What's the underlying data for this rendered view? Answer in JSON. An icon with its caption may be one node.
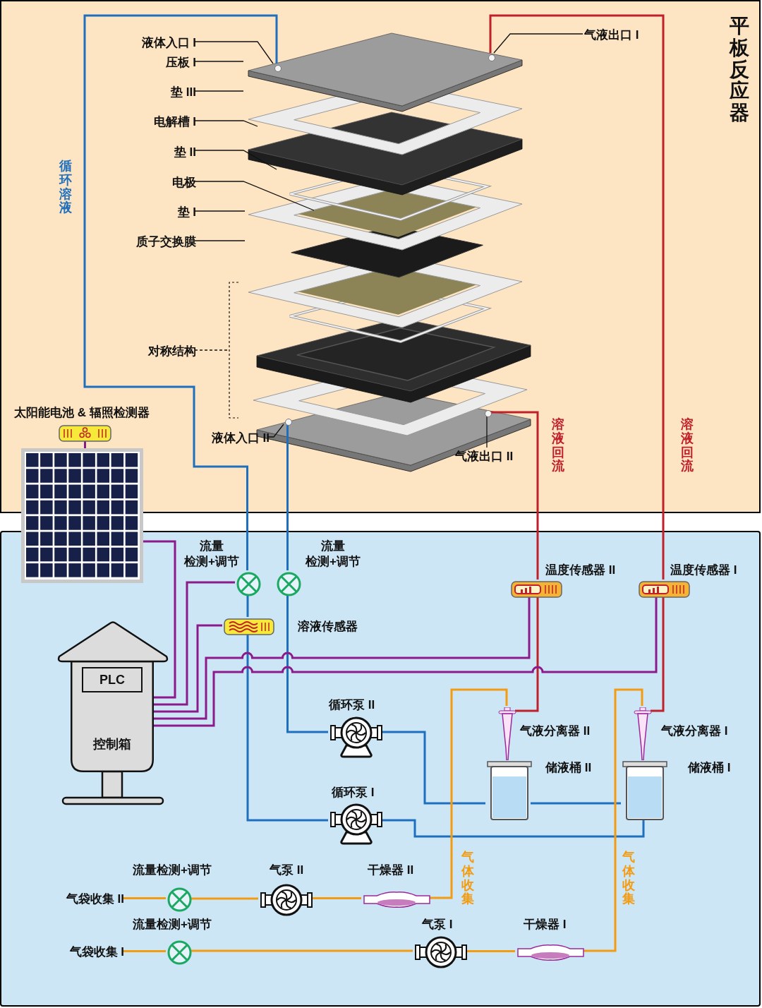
{
  "diagram": {
    "nodes": [
      {
        "text": [
          "平板反应器"
        ]
      },
      {
        "text": [],
        "shape": "box"
      },
      {
        "text": [
          "液体入口 I"
        ],
        "in": 0
      },
      {
        "text": [
          "压板 I"
        ],
        "in": 0
      },
      {
        "text": [
          "垫 III"
        ],
        "in": 0
      },
      {
        "text": [
          "电解槽 I"
        ],
        "in": 0
      },
      {
        "text": [
          "垫 II"
        ],
        "in": 0
      },
      {
        "text": [
          "电极"
        ],
        "in": 0
      },
      {
        "text": [
          "垫 I"
        ],
        "in": 0
      },
      {
        "text": [
          "质子交换膜"
        ],
        "in": 0
      },
      {
        "text": [
          "对称结构"
        ],
        "in": 0
      },
      {
        "text": [
          "液体入口 II"
        ],
        "in": 0
      },
      {
        "text": [
          "气液出口 I"
        ],
        "in": 0
      },
      {
        "text": [
          "气液出口 II"
        ],
        "in": 0
      },
      {
        "text": [],
        "shape": "circle",
        "in": 0
      },
      {
        "text": [],
        "shape": "circle",
        "in": 0
      },
      {
        "text": [],
        "shape": "circle",
        "in": 0
      },
      {
        "text": [],
        "shape": "circle",
        "in": 0
      },
      {
        "text": [],
        "shape": "picture",
        "beside": [
          "太阳能电池 & 辐照检测器"
        ]
      },
      {
        "text": [
          "PLC",
          "控制箱"
        ],
        "in": 1
      },
      {
        "text": [],
        "shape": "circle",
        "beside": [
          "流量",
          "检测+调节"
        ],
        "in": 1
      },
      {
        "text": [],
        "shape": "circle",
        "beside": [
          "流量",
          "检测+调节"
        ],
        "in": 1
      },
      {
        "text": [],
        "shape": "box",
        "beside": [
          "溶液传感器"
        ],
        "in": 1
      },
      {
        "text": [],
        "shape": "box",
        "beside": [
          "温度传感器 II"
        ],
        "in": 1
      },
      {
        "text": [],
        "shape": "box",
        "beside": [
          "温度传感器 I"
        ],
        "in": 1
      },
      {
        "text": [],
        "shape": "picture",
        "beside": [
          "循环泵 II"
        ],
        "in": 1
      },
      {
        "text": [],
        "shape": "picture",
        "beside": [
          "循环泵 I"
        ],
        "in": 1
      },
      {
        "text": [],
        "shape": "picture",
        "beside": [
          "气液分离器 II"
        ],
        "in": 1
      },
      {
        "text": [],
        "shape": "picture",
        "beside": [
          "储液桶 II"
        ],
        "in": 1
      },
      {
        "text": [],
        "shape": "picture",
        "beside": [
          "气液分离器 I"
        ],
        "in": 1
      },
      {
        "text": [],
        "shape": "picture",
        "beside": [
          "储液桶 I"
        ],
        "in": 1
      },
      {
        "text": [
          "气袋收集 II"
        ],
        "in": 1
      },
      {
        "text": [],
        "shape": "circle",
        "beside": [
          "流量检测+调节"
        ],
        "in": 1
      },
      {
        "text": [],
        "shape": "picture",
        "beside": [
          "气泵 II"
        ],
        "in": 1
      },
      {
        "text": [],
        "shape": "picture",
        "beside": [
          "干燥器 II"
        ],
        "in": 1
      },
      {
        "text": [
          "气袋收集 I"
        ],
        "in": 1
      },
      {
        "text": [],
        "shape": "circle",
        "beside": [
          "流量检测+调节"
        ],
        "in": 1
      },
      {
        "text": [],
        "shape": "picture",
        "beside": [
          "气泵 I"
        ],
        "in": 1
      },
      {
        "text": [],
        "shape": "picture",
        "beside": [
          "干燥器 I"
        ],
        "in": 1
      }
    ],
    "edges": [
      {
        "from": 14,
        "to": 20,
        "arrow": "none",
        "label": "循环溶液",
        "color": "#1f6fbf"
      },
      {
        "from": 20,
        "to": 22,
        "arrow": "none",
        "color": "#1f6fbf"
      },
      {
        "from": 22,
        "to": 26,
        "arrow": "none",
        "color": "#1f6fbf"
      },
      {
        "from": 26,
        "to": 30,
        "arrow": "none",
        "color": "#1f6fbf"
      },
      {
        "from": 16,
        "to": 21,
        "arrow": "none",
        "color": "#1f6fbf"
      },
      {
        "from": 21,
        "to": 25,
        "arrow": "none",
        "color": "#1f6fbf"
      },
      {
        "from": 25,
        "to": 28,
        "arrow": "none",
        "color": "#1f6fbf"
      },
      {
        "from": 28,
        "to": 30,
        "arrow": "none",
        "color": "#1f6fbf"
      },
      {
        "from": 15,
        "to": 24,
        "arrow": "none",
        "label": "溶液回流",
        "color": "#c0202a"
      },
      {
        "from": 24,
        "to": 29,
        "arrow": "none",
        "color": "#c0202a"
      },
      {
        "from": 17,
        "to": 23,
        "arrow": "none",
        "label": "溶液回流",
        "color": "#c0202a"
      },
      {
        "from": 23,
        "to": 27,
        "arrow": "none",
        "color": "#c0202a"
      },
      {
        "from": 18,
        "to": 19,
        "arrow": "none",
        "color": "#8b1a8b"
      },
      {
        "from": 19,
        "to": 20,
        "arrow": "none",
        "color": "#8b1a8b"
      },
      {
        "from": 19,
        "to": 22,
        "arrow": "none",
        "color": "#8b1a8b"
      },
      {
        "from": 19,
        "to": 23,
        "arrow": "none",
        "color": "#8b1a8b"
      },
      {
        "from": 19,
        "to": 24,
        "arrow": "none",
        "color": "#8b1a8b"
      },
      {
        "from": 31,
        "to": 32,
        "arrow": "none",
        "color": "#f39c12"
      },
      {
        "from": 32,
        "to": 33,
        "arrow": "none",
        "color": "#f39c12"
      },
      {
        "from": 33,
        "to": 34,
        "arrow": "none",
        "color": "#f39c12"
      },
      {
        "from": 34,
        "to": 27,
        "arrow": "none",
        "label": "气体收集",
        "color": "#f39c12"
      },
      {
        "from": 35,
        "to": 36,
        "arrow": "none",
        "color": "#f39c12"
      },
      {
        "from": 36,
        "to": 37,
        "arrow": "none",
        "color": "#f39c12"
      },
      {
        "from": 37,
        "to": 38,
        "arrow": "none",
        "color": "#f39c12"
      },
      {
        "from": 38,
        "to": 29,
        "arrow": "none",
        "label": "气体收集",
        "color": "#f39c12"
      },
      {
        "from": 2,
        "to": 14,
        "arrow": "none"
      },
      {
        "from": 3,
        "to": null,
        "arrow": "none"
      },
      {
        "from": 4,
        "to": null,
        "arrow": "none"
      },
      {
        "from": 5,
        "to": null,
        "arrow": "none"
      },
      {
        "from": 6,
        "to": null,
        "arrow": "none"
      },
      {
        "from": 7,
        "to": null,
        "arrow": "none"
      },
      {
        "from": 8,
        "to": null,
        "arrow": "none"
      },
      {
        "from": 9,
        "to": null,
        "arrow": "none"
      },
      {
        "from": 10,
        "to": null,
        "arrow": "none",
        "style": "dashed"
      },
      {
        "from": 11,
        "to": 16,
        "arrow": "none"
      },
      {
        "from": 12,
        "to": 15,
        "arrow": "none"
      },
      {
        "from": 13,
        "to": 17,
        "arrow": "none"
      }
    ]
  }
}
